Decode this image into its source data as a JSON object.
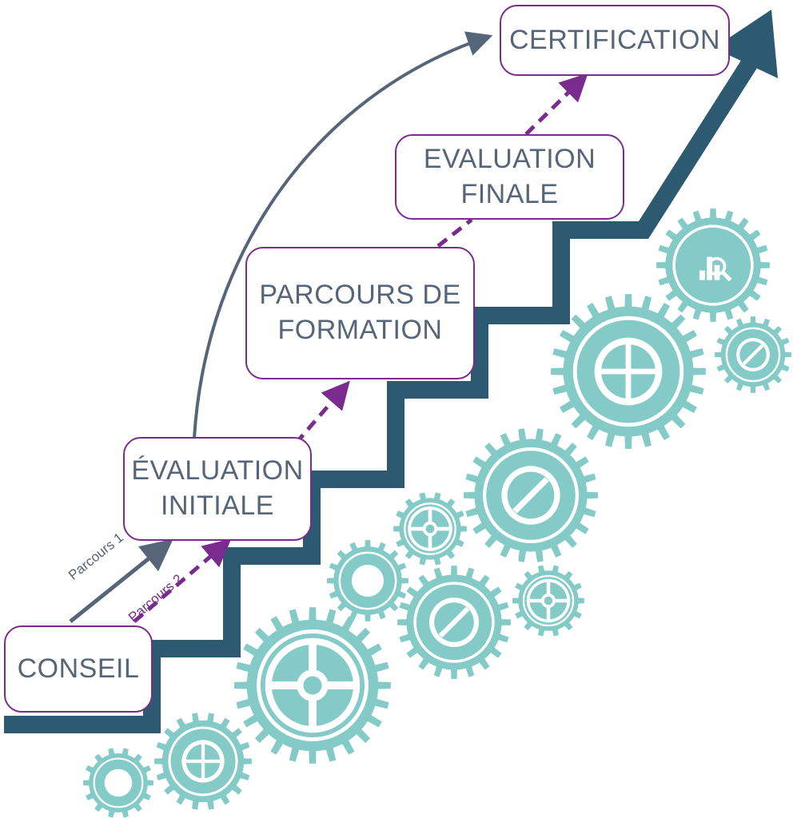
{
  "steps": {
    "conseil": "CONSEIL",
    "evaluation_initiale": "ÉVALUATION\nINITIALE",
    "parcours_formation": "PARCOURS DE\nFORMATION",
    "evaluation_finale": "EVALUATION\nFINALE",
    "certification": "CERTIFICATION"
  },
  "paths": {
    "parcours_1": "Parcours 1",
    "parcours_2": "Parcours 2"
  },
  "colors": {
    "staircase": "#2d5a70",
    "gear": "#84cbc8",
    "box_border": "#7a2c8e",
    "box_text": "#566577",
    "parcours_1": "#566577",
    "parcours_2": "#7a2c8e"
  },
  "icons": [
    "gear-icon",
    "staircase-arrow-icon",
    "chart-magnifier-icon"
  ]
}
